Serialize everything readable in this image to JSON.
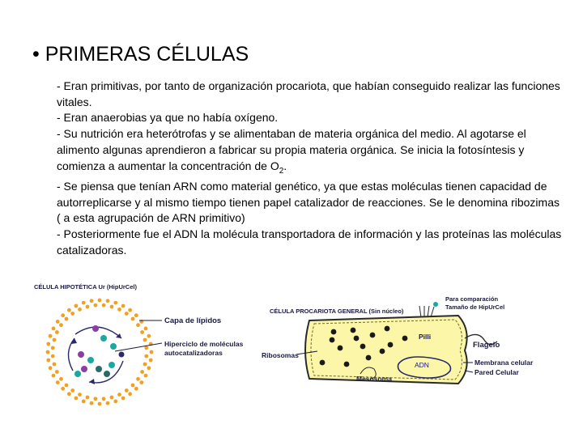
{
  "slide": {
    "title": "• PRIMERAS CÉLULAS",
    "paragraphs": {
      "p1": "- Eran primitivas, por tanto de organización procariota, que habían conseguido realizar las funciones vitales.",
      "p2": "-  Eran anaerobias ya que no había oxígeno.",
      "p3_main": "- Su nutrición era heterótrofas y se alimentaban de materia orgánica del medio. Al agotarse el alimento algunas aprendieron a fabricar su propia materia orgánica. Se inicia la fotosíntesis y comienza a aumentar la concentración de O",
      "p3_sub": "2",
      "p3_end": ".",
      "p4": "- Se piensa que tenían ARN como material genético, ya que estas moléculas tienen capacidad de autorreplicarse y al mismo tiempo tienen papel catalizador de reacciones. Se le denomina ribozimas ( a esta agrupación de ARN primitivo)",
      "p5": "- Posteriormente fue el ADN la molécula transportadora de información y las proteínas las moléculas catalizadoras."
    }
  },
  "figure": {
    "left_title": "CÉLULA HIPOTÉTICA Ur (HipUrCel)",
    "capa_lipidos": "Capa de lípidos",
    "hiperciclo_1": "Hiperciclo de moléculas",
    "hiperciclo_2": "autocatalizadoras",
    "right_title": "CÉLULA PROCARIOTA GENERAL (Sin núcleo)",
    "comparacion_1": "Para comparación",
    "comparacion_2": "Tamaño de HipUrCel",
    "pilli": "Pilli",
    "flagelo": "Flagelo",
    "ribosomas": "Ribosomas",
    "adn": "ADN",
    "membrana": "Membrana celular",
    "pared": "Pared Celular",
    "mesosoma": "Mesosoma",
    "colors": {
      "lipid_dots": "#f2a020",
      "hypercycle_teal": "#1aa8a0",
      "hypercycle_purple": "#8a3fa8",
      "cell_fill": "#fbf6a8",
      "label_navy": "#1a1a40"
    }
  }
}
